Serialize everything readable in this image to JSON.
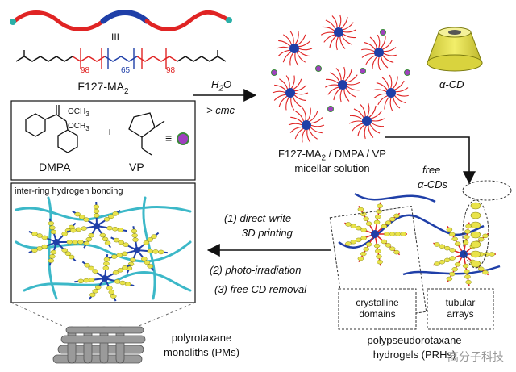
{
  "polymer": {
    "name": "F127-MA",
    "subscript": "2",
    "repeat_left": "98",
    "repeat_mid": "65",
    "repeat_right": "98",
    "equiv": "III"
  },
  "components": {
    "dmpa": "DMPA",
    "vp": "VP",
    "plus": "+",
    "equiv": "≡",
    "och3": "OCH",
    "och3_sub": "3"
  },
  "step1": {
    "reagent": "H",
    "reagent_sub": "2",
    "reagent_tail": "O",
    "condition": "> cmc"
  },
  "micelle": {
    "line1": "F127-MA",
    "line1_sub": "2",
    "line1_tail": " / DMPA / VP",
    "line2": "micellar solution"
  },
  "cd": {
    "label": "α-CD"
  },
  "free_cds": {
    "line1": "free",
    "line2": "α-CDs"
  },
  "process": {
    "step1_a": "(1) direct-write",
    "step1_b": "3D printing",
    "step2": "(2) photo-irradiation",
    "step3": "(3) free CD removal"
  },
  "inset": {
    "label": "inter-ring hydrogen bonding"
  },
  "prh": {
    "box1_a": "crystalline",
    "box1_b": "domains",
    "box2_a": "tubular",
    "box2_b": "arrays",
    "line1": "polypseudorotaxane",
    "line2": "hydrogels (PRHs)"
  },
  "pm": {
    "line1": "polyrotaxane",
    "line2": "monoliths (PMs)"
  },
  "watermark": "高分子科技",
  "colors": {
    "peo": "#e02424",
    "ppo": "#1f3fa8",
    "end": "#2ab0a8",
    "cd": "#e9e34a",
    "cd_dark": "#8a8a1a",
    "initiator": "#a040c0",
    "teal": "#3cb8c8"
  }
}
